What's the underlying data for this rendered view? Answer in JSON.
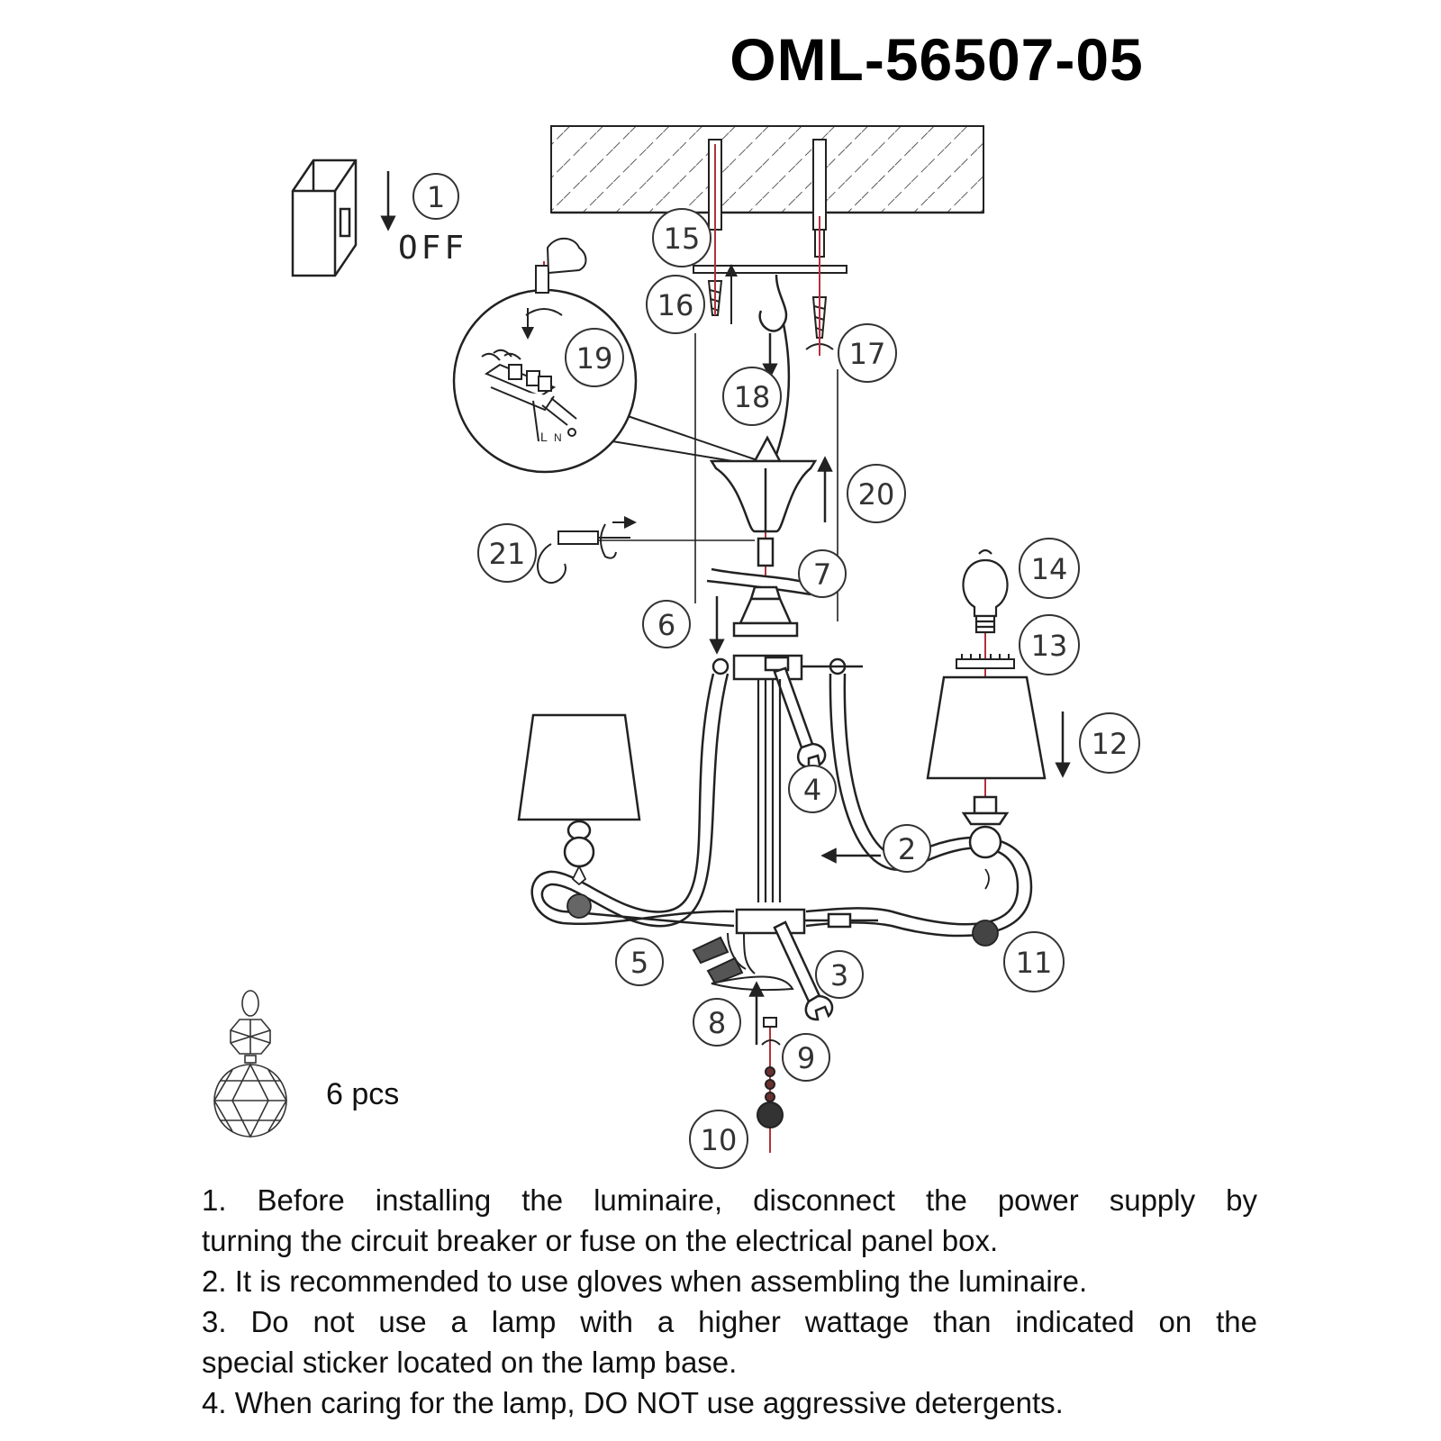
{
  "title": "OML-56507-05",
  "switch": {
    "state_label": "OFF"
  },
  "callouts": [
    "1",
    "2",
    "3",
    "4",
    "5",
    "6",
    "7",
    "8",
    "9",
    "10",
    "11",
    "12",
    "13",
    "14",
    "15",
    "16",
    "17",
    "18",
    "19",
    "20",
    "21"
  ],
  "wiring": {
    "label_l": "L",
    "label_n": "N"
  },
  "crystal": {
    "quantity": "6 pcs"
  },
  "notes": [
    "1. Before installing the luminaire, disconnect the power supply by",
    "turning the circuit breaker or fuse on the electrical panel box.",
    "2. It is recommended to use gloves when assembling the luminaire.",
    "3. Do not use a lamp with a higher wattage than indicated on the",
    "special sticker located on the lamp base.",
    "4. When caring for the lamp, DO NOT use aggressive detergents."
  ],
  "colors": {
    "line": "#222222",
    "guide": "#b0333a"
  }
}
